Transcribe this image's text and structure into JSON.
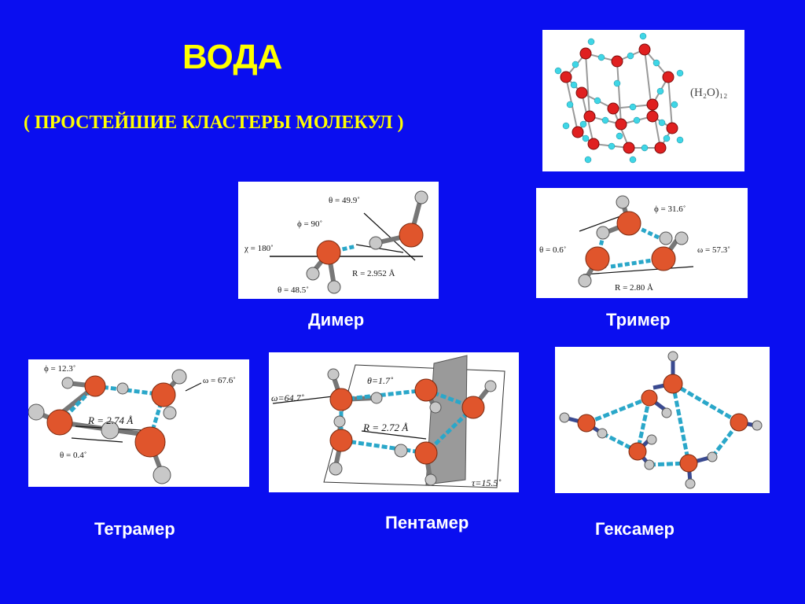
{
  "slide": {
    "title": "ВОДА",
    "subtitle": "( ПРОСТЕЙШИЕ КЛАСТЕРЫ МОЛЕКУЛ )"
  },
  "panels": {
    "cluster12": {
      "formula": "(H₂O)₁₂"
    },
    "dimer": {
      "caption": "Димер",
      "labels": {
        "theta_top": "θ = 49.9˚",
        "phi": "ϕ = 90˚",
        "chi": "χ = 180˚",
        "R": "R = 2.952 Å",
        "theta_bottom": "θ = 48.5˚"
      }
    },
    "trimer": {
      "caption": "Тример",
      "labels": {
        "phi": "ϕ = 31.6˚",
        "theta": "θ = 0.6˚",
        "omega": "ω = 57.3˚",
        "R": "R = 2.80 Å"
      }
    },
    "tetramer": {
      "caption": "Тетрамер",
      "labels": {
        "phi": "ϕ = 12.3˚",
        "omega": "ω = 67.6˚",
        "R": "R = 2.74 Å",
        "theta": "θ = 0.4˚"
      }
    },
    "pentamer": {
      "caption": "Пентамер",
      "labels": {
        "omega": "ω=64.7˚",
        "theta": "θ=1.7˚",
        "R": "R = 2.72 Å",
        "tau": "τ=15.5˚"
      }
    },
    "hexamer": {
      "caption": "Гексамер"
    }
  },
  "colors": {
    "background": "#0a0ef0",
    "title": "#ffff00",
    "caption": "#ffffff",
    "oxygen_atom": "#e0552c",
    "hydrogen_atom": "#c8c8c8",
    "hydrogen_bond": "#2aa7c9"
  }
}
